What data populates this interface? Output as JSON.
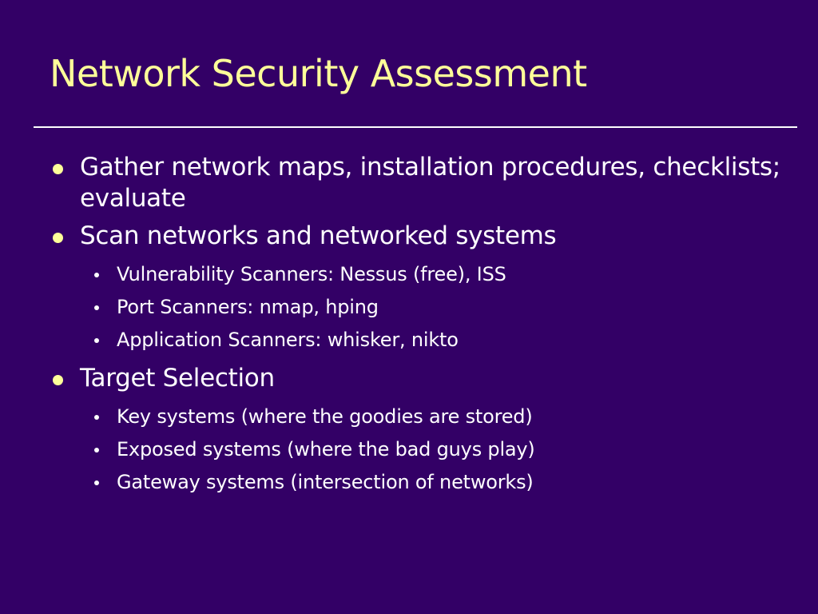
{
  "slide": {
    "title": "Network Security Assessment",
    "colors": {
      "background": "#330066",
      "title": "#ffff99",
      "text": "#ffffff",
      "bullet": "#ffff99"
    },
    "bullets": [
      {
        "text": "Gather network maps, installation procedures, checklists; evaluate",
        "sub": []
      },
      {
        "text": "Scan networks and networked systems",
        "sub": [
          "Vulnerability Scanners: Nessus (free), ISS",
          "Port Scanners: nmap, hping",
          "Application Scanners: whisker, nikto"
        ]
      },
      {
        "text": "Target Selection",
        "sub": [
          "Key systems (where the goodies are stored)",
          "Exposed systems (where the bad guys play)",
          "Gateway systems (intersection of networks)"
        ]
      }
    ]
  }
}
